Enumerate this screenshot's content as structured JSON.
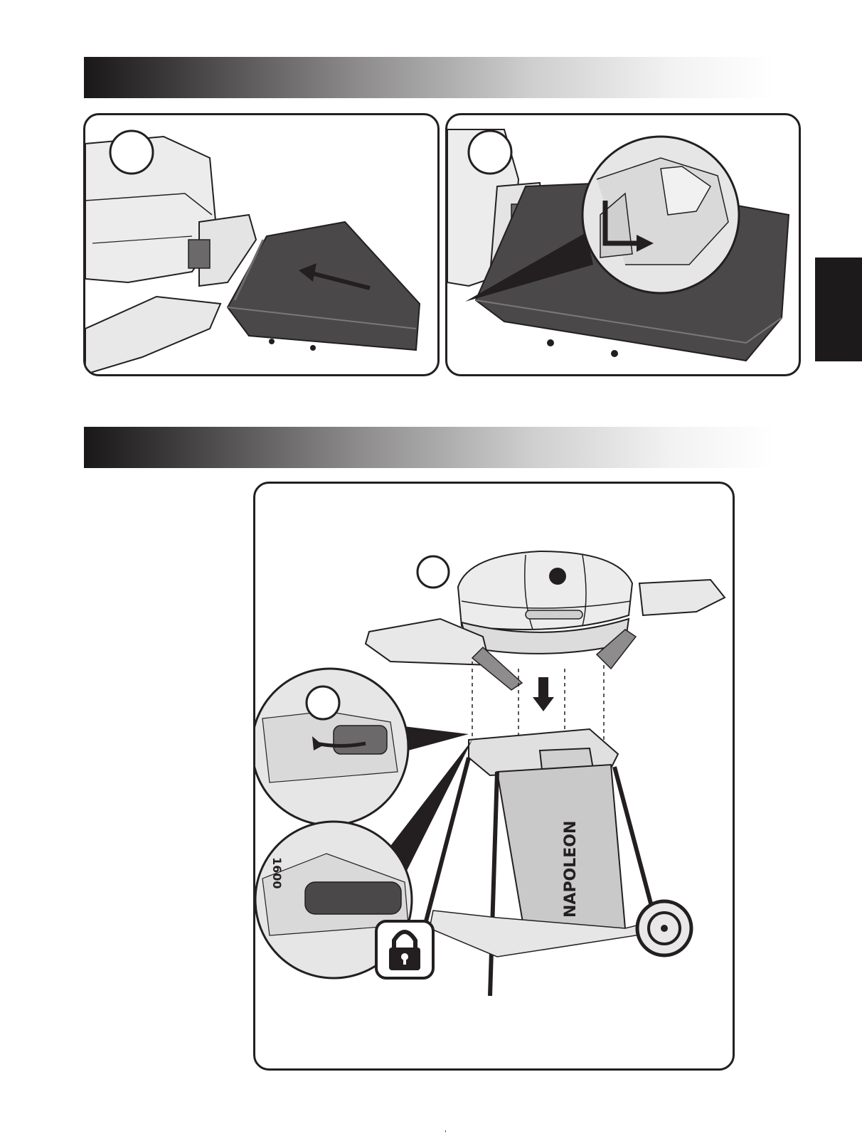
{
  "document": {
    "top_panels": [
      {
        "id": "slide-shelf-step",
        "arrow_direction": "left"
      },
      {
        "id": "lock-shelf-step",
        "arrow_direction": "down-right"
      }
    ],
    "bottom_panel": {
      "brand_on_stand": "NAPOLEON",
      "part_text": "1600",
      "lock_badge_icon": "padlock-icon"
    },
    "colors": {
      "dark": "#231f20",
      "shelf": "#4a4849",
      "body_light": "#ededed"
    }
  }
}
